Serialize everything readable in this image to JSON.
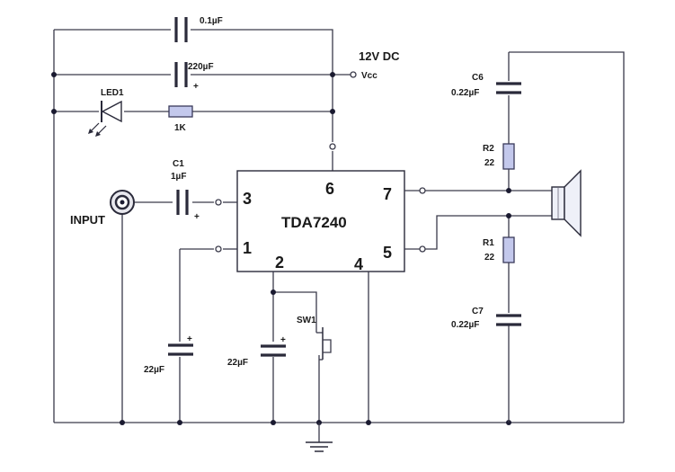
{
  "labels": {
    "supply": "12V DC",
    "vcc": "Vcc",
    "cap_top_value": "0.1µF",
    "cap_220_value": "220µF",
    "plus": "+",
    "led_name": "LED1",
    "r_led_value": "1K",
    "c1_name": "C1",
    "c1_value": "1µF",
    "input": "INPUT",
    "ic_name": "TDA7240",
    "pin_1": "1",
    "pin_2": "2",
    "pin_3": "3",
    "pin_4": "4",
    "pin_5": "5",
    "pin_6": "6",
    "pin_7": "7",
    "cap_22a_value": "22µF",
    "cap_22b_value": "22µF",
    "sw_name": "SW1",
    "c6_name": "C6",
    "c6_value": "0.22µF",
    "r2_name": "R2",
    "r2_value": "22",
    "r1_name": "R1",
    "r1_value": "22",
    "c7_name": "C7",
    "c7_value": "0.22µF"
  }
}
